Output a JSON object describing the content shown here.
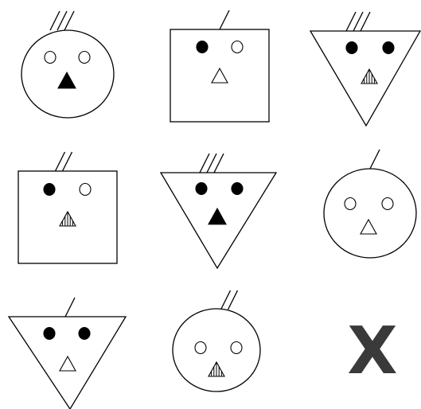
{
  "puzzle": {
    "cells": [
      {
        "shape": "circle",
        "hairs": 3,
        "left_eye": "open",
        "right_eye": "open",
        "nose": "filled"
      },
      {
        "shape": "square",
        "hairs": 1,
        "left_eye": "filled",
        "right_eye": "open",
        "nose": "open"
      },
      {
        "shape": "triangle",
        "hairs": 3,
        "left_eye": "filled",
        "right_eye": "filled",
        "nose": "striped"
      },
      {
        "shape": "square",
        "hairs": 2,
        "left_eye": "filled",
        "right_eye": "open",
        "nose": "striped"
      },
      {
        "shape": "triangle",
        "hairs": 3,
        "left_eye": "filled",
        "right_eye": "filled",
        "nose": "filled"
      },
      {
        "shape": "circle",
        "hairs": 1,
        "left_eye": "open",
        "right_eye": "open",
        "nose": "open"
      },
      {
        "shape": "triangle",
        "hairs": 1,
        "left_eye": "filled",
        "right_eye": "filled",
        "nose": "open"
      },
      {
        "shape": "circle",
        "hairs": 2,
        "left_eye": "open",
        "right_eye": "open",
        "nose": "striped"
      }
    ],
    "missing_label": "X"
  }
}
